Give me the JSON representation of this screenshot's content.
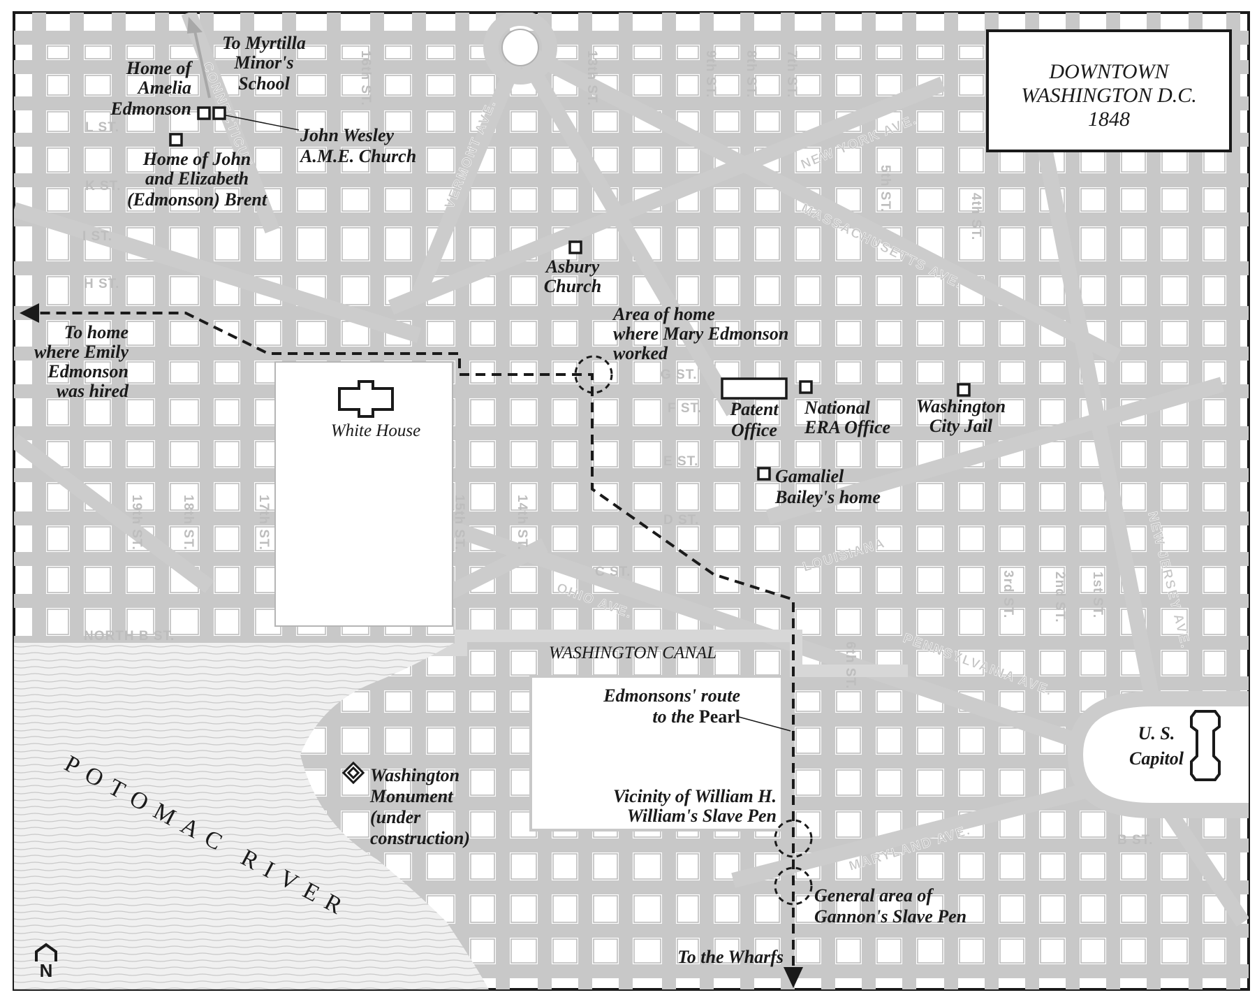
{
  "title": {
    "line1": "DOWNTOWN",
    "line2": "WASHINGTON D.C.",
    "line3": "1848"
  },
  "streets": {
    "l_st": "L ST.",
    "k_st": "K ST.",
    "i_st": "I ST.",
    "h_st": "H ST.",
    "g_st": "G ST.",
    "f_st": "F ST.",
    "e_st": "E ST.",
    "d_st": "D ST.",
    "c_st": "C ST.",
    "north_b_st": "NORTH B ST.",
    "b_st": "B ST.",
    "st_19": "19th ST.",
    "st_18": "18th ST.",
    "st_17": "17th ST.",
    "st_16": "16th ST.",
    "st_15": "15th ST.",
    "st_14": "14th ST.",
    "st_13": "13th ST.",
    "st_9": "9th ST.",
    "st_8": "8th ST.",
    "st_7": "7th ST.",
    "st_6": "6th ST.",
    "st_5": "5th ST.",
    "st_4": "4th ST.",
    "st_3": "3rd ST.",
    "st_2": "2nd ST.",
    "st_1": "1st ST."
  },
  "avenues": {
    "connecticut": "CONNECTICUT",
    "vermont": "VERMONT AVE.",
    "new_york": "NEW YORK AVE.",
    "massachusetts": "MASSACHUSETTS AVE.",
    "louisiana": "LOUISIANA",
    "ohio": "OHIO AVE.",
    "pennsylvania": "PENNSYLVANIA AVE.",
    "new_jersey": "NEW JERSEY AVE.",
    "maryland": "MARYLAND AVE."
  },
  "places": {
    "myrtilla": [
      "To Myrtilla",
      "Minor's",
      "School"
    ],
    "amelia": [
      "Home of",
      "Amelia",
      "Edmonson"
    ],
    "john_wesley": [
      "John Wesley",
      "A.M.E. Church"
    ],
    "brent": [
      "Home of John",
      "and Elizabeth",
      "(Edmonson) Brent"
    ],
    "asbury": [
      "Asbury",
      "Church"
    ],
    "mary": [
      "Area of home",
      "where Mary Edmonson",
      "worked"
    ],
    "emily": [
      "To home",
      "where Emily",
      "Edmonson",
      "was hired"
    ],
    "white_house": "White House",
    "patent_office": [
      "Patent",
      "Office"
    ],
    "national_era": [
      "National",
      "ERA Office"
    ],
    "city_jail": [
      "Washington",
      "City Jail"
    ],
    "gamaliel": [
      "Gamaliel",
      "Bailey's home"
    ],
    "canal": "WASHINGTON CANAL",
    "route_line1": "Edmonsons' route",
    "route_line2_pre": "to the ",
    "route_line2_ship": "Pearl",
    "monument": [
      "Washington",
      "Monument",
      "(under",
      "construction)"
    ],
    "capitol": [
      "U. S.",
      "Capitol"
    ],
    "williams_pen": [
      "Vicinity of William H.",
      "William's Slave Pen"
    ],
    "gannon_pen": [
      "General area of",
      "Gannon's Slave Pen"
    ],
    "wharfs": "To the Wharfs",
    "river": "POTOMAC RIVER",
    "north": "N"
  },
  "colors": {
    "road": "#c8c8c8",
    "ink": "#1a1a1a",
    "water": "#e6e6e6"
  }
}
